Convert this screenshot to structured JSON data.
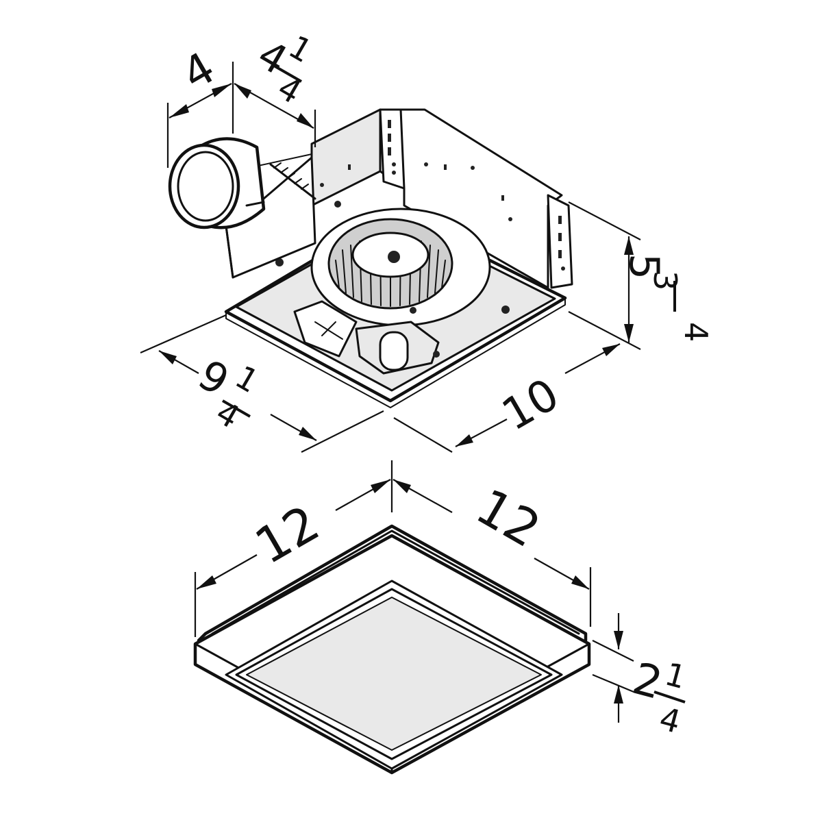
{
  "dimensions": {
    "duct_depth": "4",
    "duct_offset_whole": "4",
    "duct_offset_num": "1",
    "duct_offset_den": "4",
    "housing_height_whole": "5",
    "housing_height_num": "3",
    "housing_height_den": "4",
    "housing_width_whole": "9",
    "housing_width_num": "1",
    "housing_width_den": "4",
    "housing_length": "10",
    "grille_width": "12",
    "grille_length": "12",
    "grille_height_whole": "2",
    "grille_height_num": "1",
    "grille_height_den": "4"
  },
  "colors": {
    "line": "#111111",
    "background": "#ffffff",
    "shade": "#e9e9e9"
  }
}
